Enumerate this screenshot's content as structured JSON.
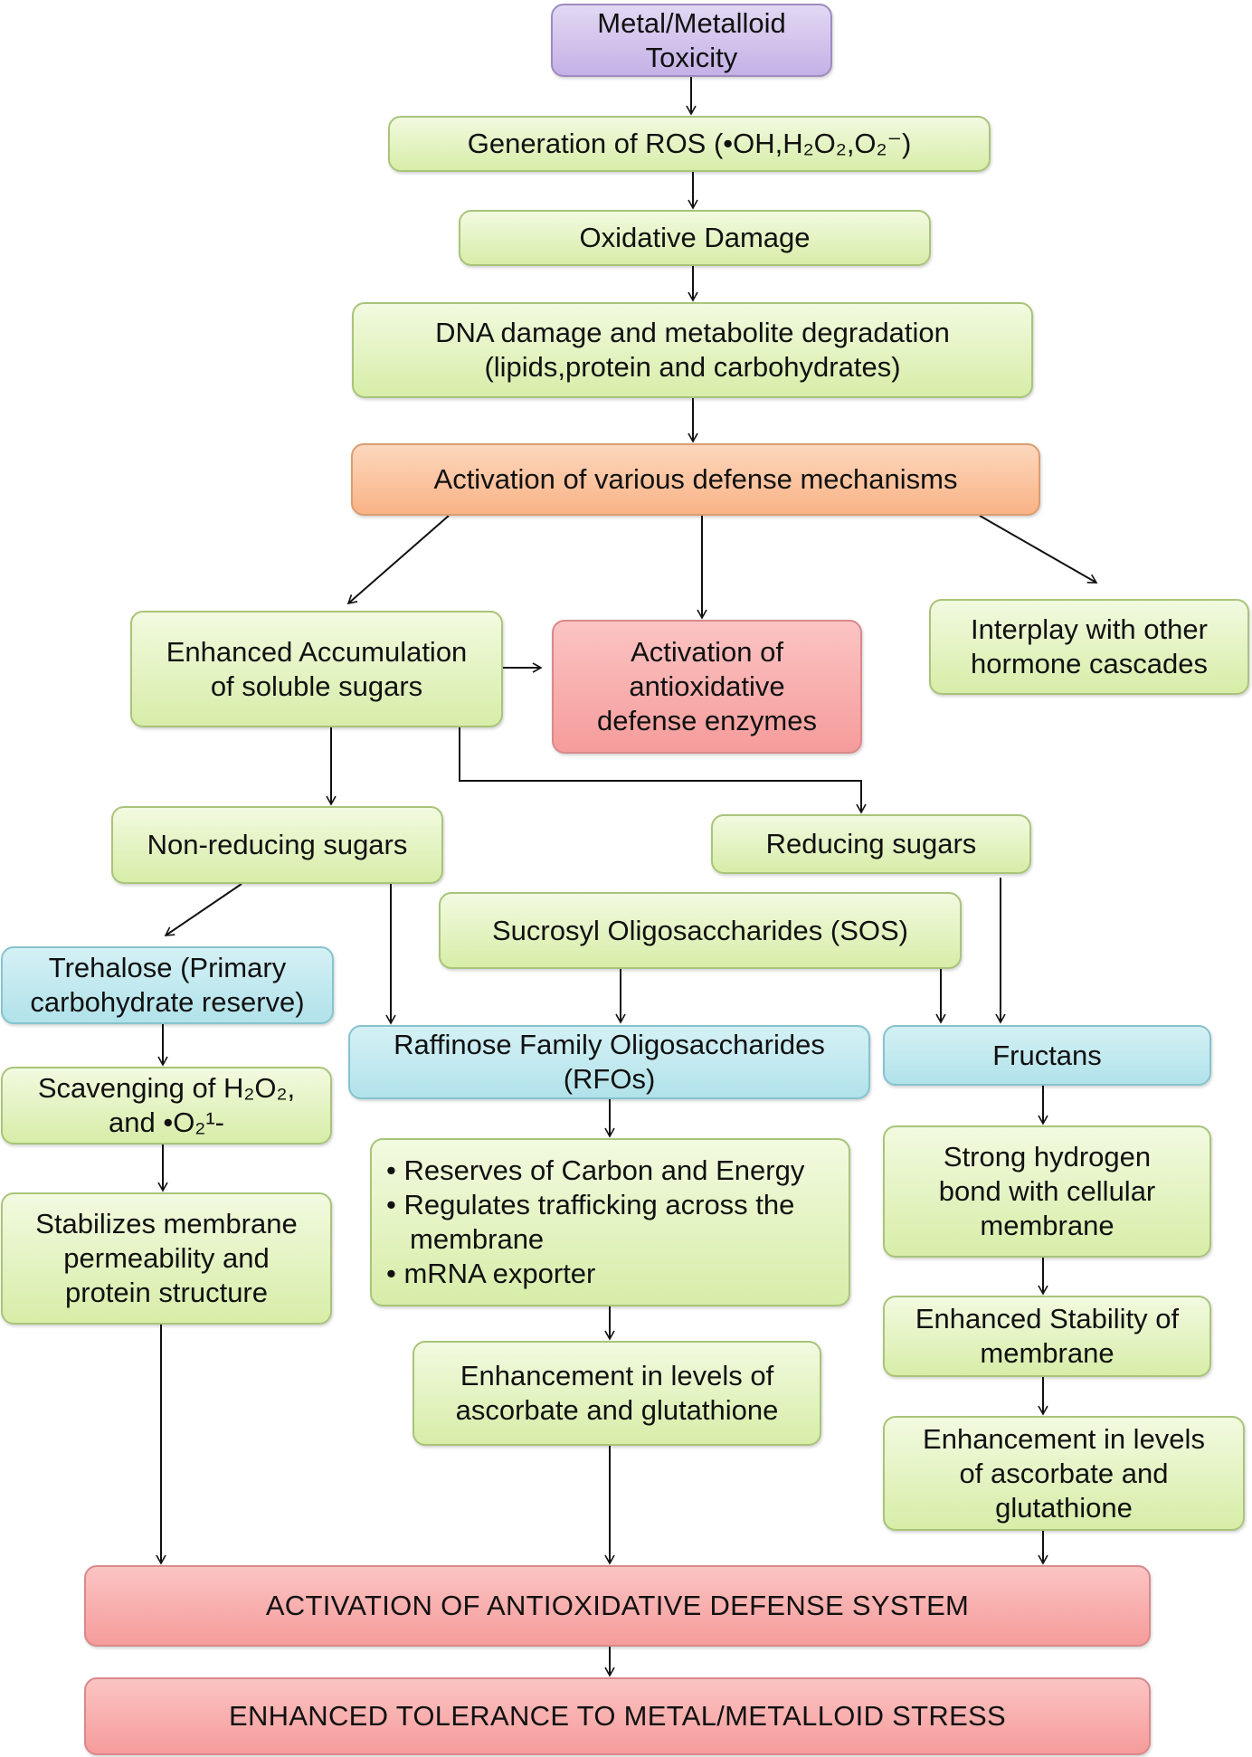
{
  "nodes": {
    "metal_toxicity": [
      "Metal/Metalloid",
      "Toxicity"
    ],
    "ros_generation": "Generation of ROS (•OH,H₂O₂,O₂⁻)",
    "oxidative_damage": "Oxidative Damage",
    "dna_damage": [
      "DNA damage and metabolite degradation",
      "(lipids,protein and carbohydrates)"
    ],
    "defense_activation": "Activation of various defense mechanisms",
    "soluble_sugars": [
      "Enhanced Accumulation",
      "of soluble sugars"
    ],
    "antioxidative_enzymes": [
      "Activation of",
      "antioxidative",
      "defense enzymes"
    ],
    "hormone_cascades": [
      "Interplay with other",
      "hormone cascades"
    ],
    "non_reducing_sugars": "Non-reducing sugars",
    "reducing_sugars": "Reducing sugars",
    "sos": "Sucrosyl Oligosaccharides (SOS)",
    "trehalose": [
      "Trehalose (Primary",
      "carbohydrate reserve)"
    ],
    "rfos": [
      "Raffinose Family Oligosaccharides",
      "(RFOs)"
    ],
    "fructans": "Fructans",
    "scavenging": [
      "Scavenging of H₂O₂,",
      "and •O₂¹-"
    ],
    "rfo_roles": [
      "• Reserves of Carbon and Energy",
      "• Regulates trafficking across the",
      "membrane",
      "• mRNA exporter"
    ],
    "hydrogen_bond": [
      "Strong hydrogen",
      "bond with cellular",
      "membrane"
    ],
    "stabilizes_membrane": [
      "Stabilizes membrane",
      "permeability and",
      "protein structure"
    ],
    "membrane_stability": [
      "Enhanced Stability of",
      "membrane"
    ],
    "ascorbate_center": [
      "Enhancement in levels of",
      "ascorbate and glutathione"
    ],
    "ascorbate_right": [
      "Enhancement in levels",
      "of ascorbate and",
      "glutathione"
    ],
    "antioxidative_system": "ACTIVATION OF ANTIOXIDATIVE DEFENSE SYSTEM",
    "enhanced_tolerance": "ENHANCED TOLERANCE TO METAL/METALLOID STRESS"
  },
  "colors": {
    "green": "#d7eda8",
    "purple": "#c4b1e6",
    "orange": "#f9b386",
    "pink": "#f59c9b",
    "cyan": "#b1e2ea"
  }
}
